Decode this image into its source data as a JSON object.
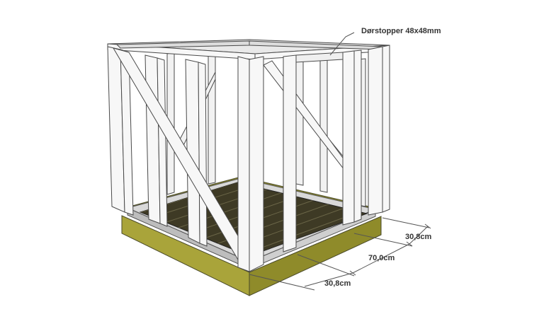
{
  "annotations": {
    "door_stop": "Dørstopper 48x48mm",
    "dim_right_small": "30,8cm",
    "dim_middle": "70,0cm",
    "dim_left_small": "30,8cm"
  },
  "colors": {
    "background": "#ffffff",
    "timber": "#f7f7f7",
    "timber_edge": "#4a4a4a",
    "floor_board": "#3e3a25",
    "floor_line": "#6b6648",
    "sill": "#d9d9d9",
    "foundation_top": "#8d8a2c",
    "foundation_side": "#a9a43a",
    "foundation_front": "#8f8b2a",
    "dimension_line": "#555555"
  }
}
